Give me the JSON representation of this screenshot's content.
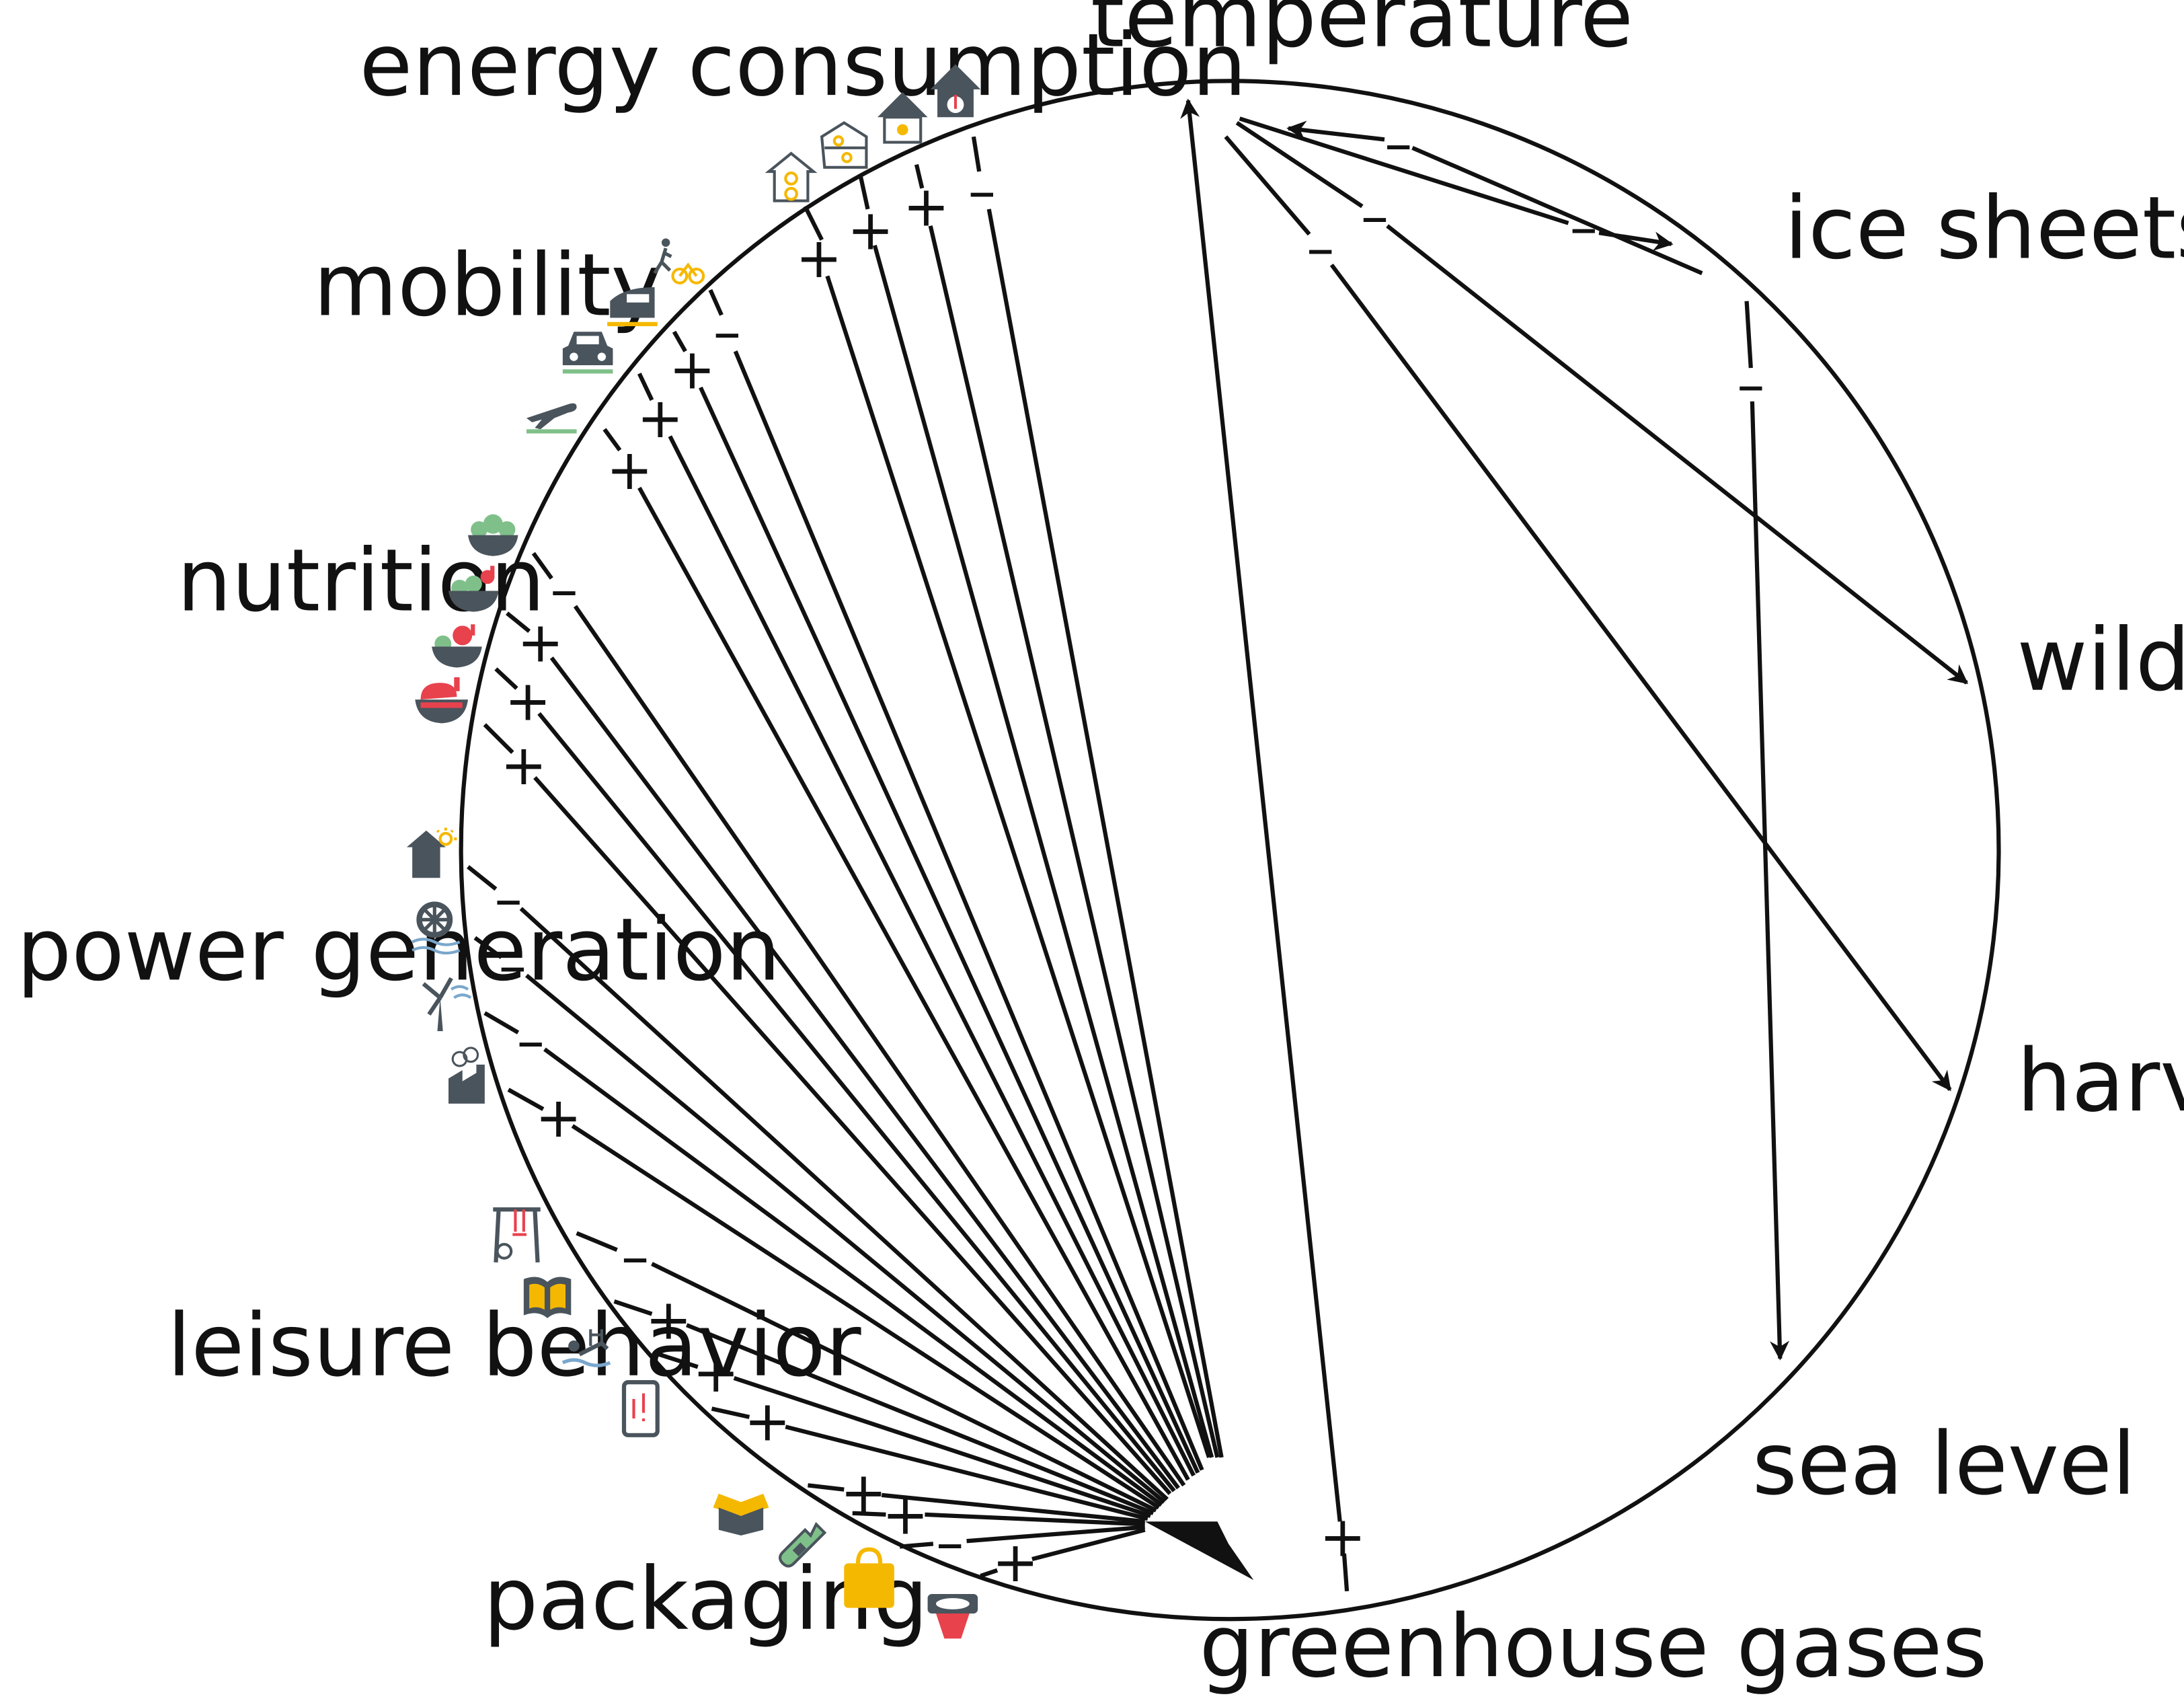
{
  "colors": {
    "line": "#111111",
    "icon_gray": "#4a545c",
    "icon_yellow": "#f5b800",
    "icon_green": "#7fc08a",
    "icon_red": "#e8424d"
  },
  "categories": [
    {
      "label": "energy consumption",
      "icons": [
        "house-bulb-outline-icon",
        "two-storey-house-bulb-icon",
        "house-bulb-icon",
        "house-thermometer-icon"
      ]
    },
    {
      "label": "mobility",
      "icons": [
        "walking-cycling-icon",
        "train-icon",
        "car-icon",
        "airplane-icon"
      ]
    },
    {
      "label": "nutrition",
      "icons": [
        "salad-bowl-icon",
        "salad-meat-bowl-icon",
        "mixed-bowl-icon",
        "meat-bowl-icon"
      ]
    },
    {
      "label": "power generation",
      "icons": [
        "solar-house-icon",
        "hydro-wheel-icon",
        "wind-turbine-icon",
        "factory-smoke-icon"
      ]
    },
    {
      "label": "leisure behavior",
      "icons": [
        "playground-swing-icon",
        "book-icon",
        "swimming-icon",
        "smartphone-icon"
      ]
    },
    {
      "label": "packaging",
      "icons": [
        "cardboard-box-icon",
        "glass-bottle-icon",
        "shopping-bag-icon",
        "takeaway-cup-icon"
      ]
    }
  ],
  "outcomes": [
    "temperature",
    "ice sheets",
    "wildlife",
    "harvest",
    "sea level",
    "greenhouse gases"
  ],
  "links": [
    {
      "from": "house-bulb-outline-icon",
      "to": "greenhouse gases",
      "sign": "+"
    },
    {
      "from": "two-storey-house-bulb-icon",
      "to": "greenhouse gases",
      "sign": "+"
    },
    {
      "from": "house-bulb-icon",
      "to": "greenhouse gases",
      "sign": "+"
    },
    {
      "from": "house-thermometer-icon",
      "to": "greenhouse gases",
      "sign": "–"
    },
    {
      "from": "walking-cycling-icon",
      "to": "greenhouse gases",
      "sign": "–"
    },
    {
      "from": "train-icon",
      "to": "greenhouse gases",
      "sign": "+"
    },
    {
      "from": "car-icon",
      "to": "greenhouse gases",
      "sign": "+"
    },
    {
      "from": "airplane-icon",
      "to": "greenhouse gases",
      "sign": "+"
    },
    {
      "from": "salad-bowl-icon",
      "to": "greenhouse gases",
      "sign": "–"
    },
    {
      "from": "salad-meat-bowl-icon",
      "to": "greenhouse gases",
      "sign": "+"
    },
    {
      "from": "mixed-bowl-icon",
      "to": "greenhouse gases",
      "sign": "+"
    },
    {
      "from": "meat-bowl-icon",
      "to": "greenhouse gases",
      "sign": "+"
    },
    {
      "from": "solar-house-icon",
      "to": "greenhouse gases",
      "sign": "–"
    },
    {
      "from": "hydro-wheel-icon",
      "to": "greenhouse gases",
      "sign": "–"
    },
    {
      "from": "wind-turbine-icon",
      "to": "greenhouse gases",
      "sign": "–"
    },
    {
      "from": "factory-smoke-icon",
      "to": "greenhouse gases",
      "sign": "+"
    },
    {
      "from": "playground-swing-icon",
      "to": "greenhouse gases",
      "sign": "–"
    },
    {
      "from": "book-icon",
      "to": "greenhouse gases",
      "sign": "+"
    },
    {
      "from": "swimming-icon",
      "to": "greenhouse gases",
      "sign": "+"
    },
    {
      "from": "smartphone-icon",
      "to": "greenhouse gases",
      "sign": "+"
    },
    {
      "from": "cardboard-box-icon",
      "to": "greenhouse gases",
      "sign": "+"
    },
    {
      "from": "glass-bottle-icon",
      "to": "greenhouse gases",
      "sign": "+"
    },
    {
      "from": "shopping-bag-icon",
      "to": "greenhouse gases",
      "sign": "–"
    },
    {
      "from": "takeaway-cup-icon",
      "to": "greenhouse gases",
      "sign": "+"
    },
    {
      "from": "greenhouse gases",
      "to": "temperature",
      "sign": "+"
    },
    {
      "from": "temperature",
      "to": "ice sheets",
      "sign": "–"
    },
    {
      "from": "ice sheets",
      "to": "temperature",
      "sign": "–"
    },
    {
      "from": "temperature",
      "to": "wildlife",
      "sign": "–"
    },
    {
      "from": "temperature",
      "to": "harvest",
      "sign": "–"
    },
    {
      "from": "ice sheets",
      "to": "sea level",
      "sign": "–"
    }
  ]
}
